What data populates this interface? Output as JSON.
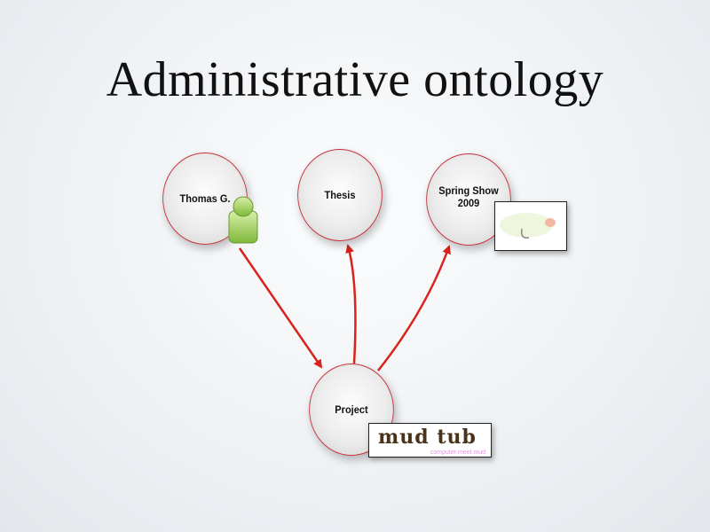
{
  "slide": {
    "title": "Administrative ontology"
  },
  "nodes": {
    "person": "Thomas G.",
    "thesis": "Thesis",
    "show": "Spring Show\n2009",
    "project": "Project"
  },
  "logo": {
    "name": "mud tub",
    "tagline": "computer meet mud"
  },
  "colors": {
    "edge": "#d9231d",
    "node_border": "#c8323c"
  }
}
